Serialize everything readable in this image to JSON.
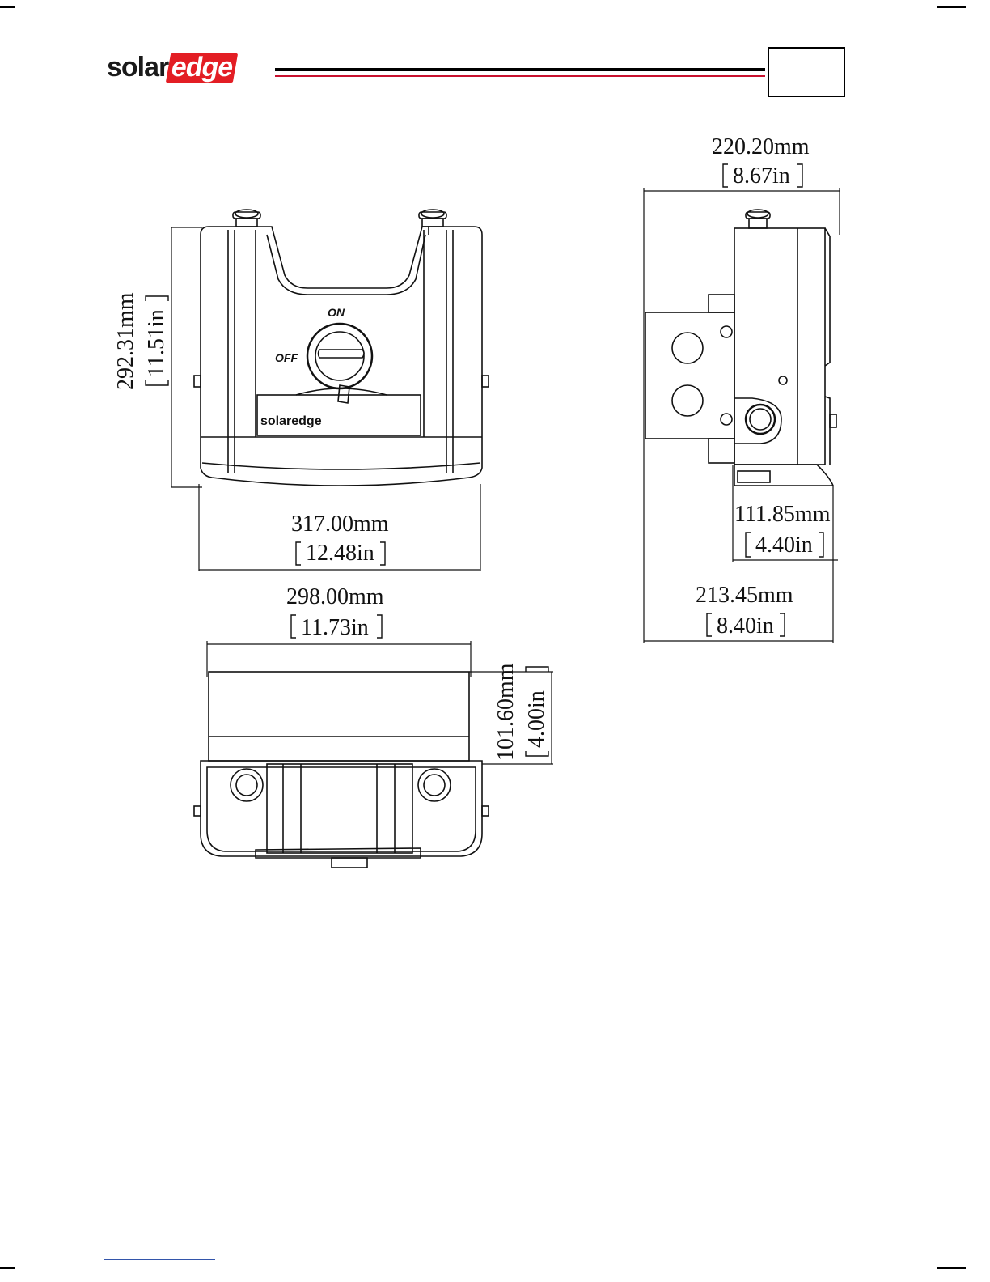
{
  "header": {
    "logo_solar": "solar",
    "logo_edge": "edge",
    "page_number": ""
  },
  "drawing": {
    "front_view": {
      "height_mm": "292.31mm",
      "height_in": "11.51in",
      "width_mm": "317.00mm",
      "width_in": "12.48in",
      "switch_on_label": "ON",
      "switch_off_label": "OFF",
      "brand_label": "solaredge"
    },
    "side_view": {
      "top_width_mm": "220.20mm",
      "top_width_in": "8.67in",
      "bottom_width_mm": "213.45mm",
      "bottom_width_in": "8.40in",
      "inner_width_mm": "111.85mm",
      "inner_width_in": "4.40in"
    },
    "bottom_view": {
      "width_mm": "298.00mm",
      "width_in": "11.73in",
      "height_mm": "101.60mm",
      "height_in": "4.00in"
    }
  }
}
